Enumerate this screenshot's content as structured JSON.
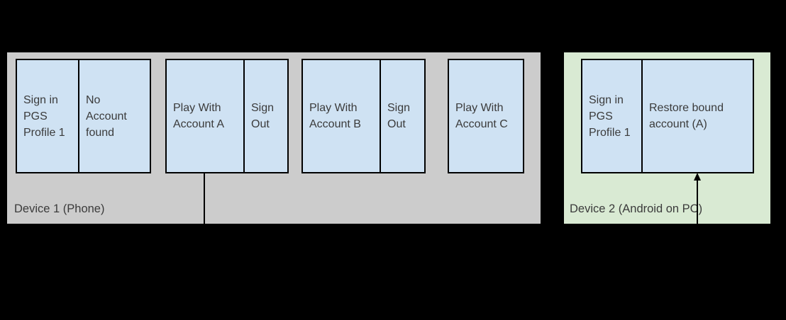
{
  "colors": {
    "background": "#000000",
    "device1_fill": "#cccccc",
    "device2_fill": "#d9ead3",
    "step_box_fill": "#cfe2f3",
    "border_and_lines": "#000000",
    "text": "#3b3b3b"
  },
  "device1": {
    "label": "Device 1 (Phone)",
    "boxes": [
      {
        "label": "Sign in PGS Profile 1"
      },
      {
        "label": "No Account found"
      },
      {
        "label": "Play With Account A"
      },
      {
        "label": "Sign Out"
      },
      {
        "label": "Play With Account B"
      },
      {
        "label": "Sign Out"
      },
      {
        "label": "Play With Account C"
      }
    ]
  },
  "device2": {
    "label": "Device 2 (Android on PC)",
    "boxes": [
      {
        "label": "Sign in PGS Profile 1"
      },
      {
        "label": "Restore bound account (A)"
      }
    ]
  },
  "connectors": [
    {
      "from": "Play With Account A",
      "to": "Restore bound account (A)",
      "style": "line down from source, arrowhead up into target"
    }
  ]
}
